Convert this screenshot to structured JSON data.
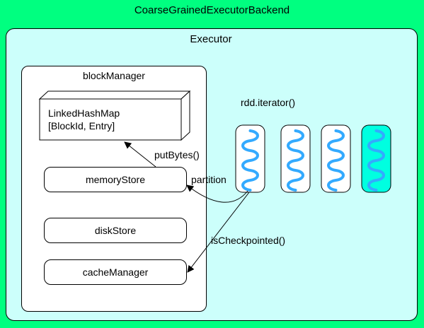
{
  "backend": {
    "title": "CoarseGrainedExecutorBackend"
  },
  "executor": {
    "title": "Executor"
  },
  "block_manager": {
    "title": "blockManager",
    "map": {
      "line1": "LinkedHashMap",
      "line2": "[BlockId, Entry]"
    },
    "stores": [
      {
        "label": "memoryStore"
      },
      {
        "label": "diskStore"
      },
      {
        "label": "cacheManager"
      }
    ]
  },
  "rdd": {
    "label": "rdd.iterator()",
    "partition_colors": [
      "#ffffff",
      "#ffffff",
      "#ffffff",
      "#00ffe0"
    ],
    "wave_color": "#33aaff"
  },
  "edges": {
    "putBytes": "putBytes()",
    "partition": "partition",
    "isCheckpointed": "isCheckpointed()"
  },
  "colors": {
    "background": "#00ff80",
    "executor_fill": "#ccfffb",
    "highlight_partition": "#00ffe0",
    "wave": "#33aaff"
  }
}
